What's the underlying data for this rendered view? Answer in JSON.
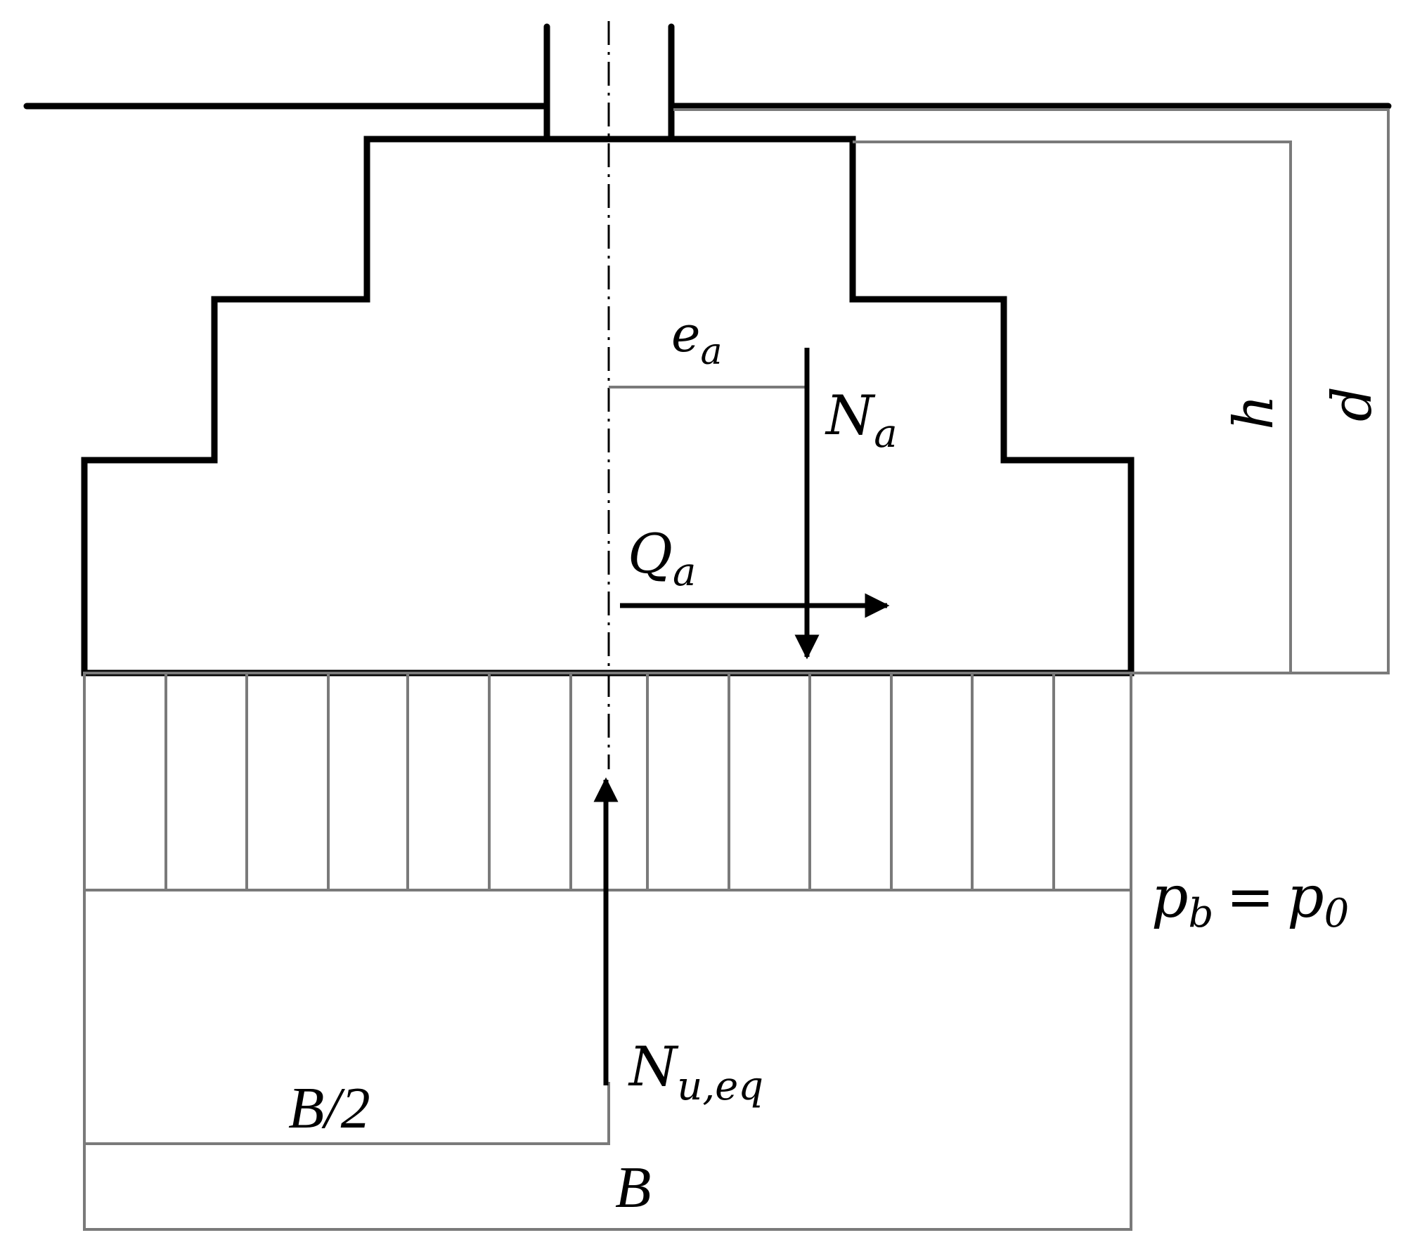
{
  "diagram": {
    "labels": {
      "e_a": {
        "main": "e",
        "sub": "a"
      },
      "N_a": {
        "main": "N",
        "sub": "a"
      },
      "Q_a": {
        "main": "Q",
        "sub": "a"
      },
      "h": "h",
      "d": "d",
      "p_b": {
        "main": "p",
        "sub": "b",
        "eq": "=",
        "main2": "p",
        "sub2": "0"
      },
      "N_ueq": {
        "main": "N",
        "sub": "u,eq"
      },
      "B_half": "B/2",
      "B": "B"
    },
    "colors": {
      "structure": "#000000",
      "dimension": "#7a7a7a"
    }
  }
}
